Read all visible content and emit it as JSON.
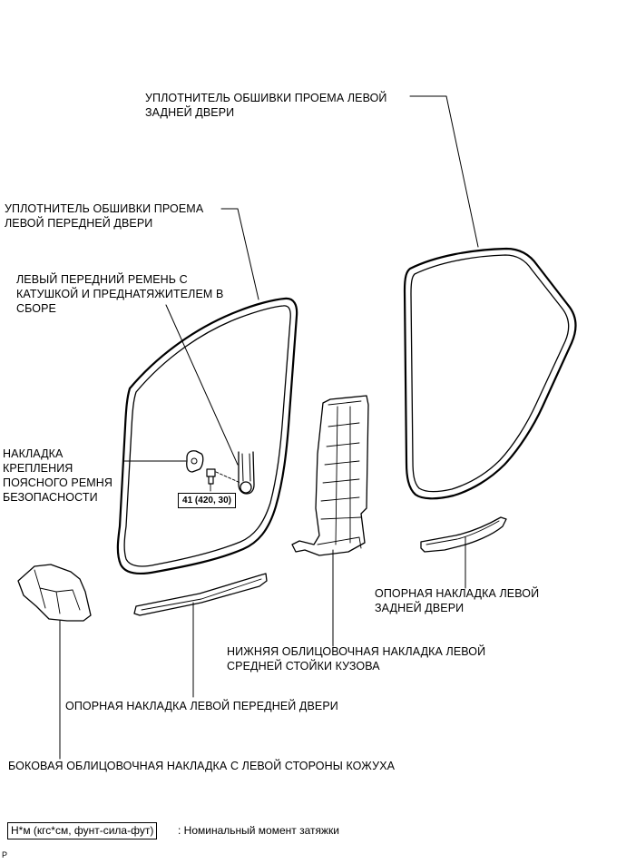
{
  "labels": {
    "rear_door_weatherstrip": [
      "УПЛОТНИТЕЛЬ ОБШИВКИ ПРОЕМА ЛЕВОЙ",
      "ЗАДНЕЙ ДВЕРИ"
    ],
    "front_door_weatherstrip": [
      "УПЛОТНИТЕЛЬ ОБШИВКИ ПРОЕМА",
      "ЛЕВОЙ ПЕРЕДНЕЙ ДВЕРИ"
    ],
    "front_seat_belt": [
      "ЛЕВЫЙ ПЕРЕДНИЙ РЕМЕНЬ С",
      "КАТУШКОЙ И ПРЕДНАТЯЖИТЕЛЕМ В",
      "СБОРЕ"
    ],
    "lap_belt_anchor_cover": [
      "НАКЛАДКА",
      "КРЕПЛЕНИЯ",
      "ПОЯСНОГО РЕМНЯ",
      "БЕЗОПАСНОСТИ"
    ],
    "rear_door_scuff_plate": [
      "ОПОРНАЯ НАКЛАДКА ЛЕВОЙ",
      "ЗАДНЕЙ ДВЕРИ"
    ],
    "center_pillar_lower_garnish": [
      "НИЖНЯЯ ОБЛИЦОВОЧНАЯ НАКЛАДКА ЛЕВОЙ",
      "СРЕДНЕЙ СТОЙКИ КУЗОВА"
    ],
    "front_door_scuff_plate": [
      "ОПОРНАЯ НАКЛАДКА ЛЕВОЙ ПЕРЕДНЕЙ ДВЕРИ"
    ],
    "cowl_side_trim": [
      "БОКОВАЯ ОБЛИЦОВОЧНАЯ НАКЛАДКА С ЛЕВОЙ СТОРОНЫ КОЖУХА"
    ]
  },
  "torque_spec": "41 (420, 30)",
  "legend": {
    "unit_box": "Н*м (кгс*см, фунт-сила-фут)",
    "description": ": Номинальный момент затяжки"
  },
  "corner_mark": "P"
}
